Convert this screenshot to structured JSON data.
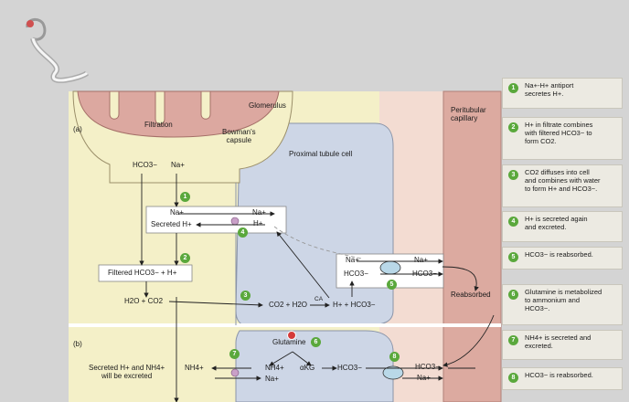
{
  "diagram": {
    "glomerulus": "Glomerulus",
    "bowmans_capsule": "Bowman's\ncapsule",
    "peritubular_capillary": "Peritubular\ncapillary",
    "proximal_tubule_cell": "Proximal tubule cell",
    "part_a": "(a)",
    "part_b": "(b)",
    "filtration": "Filtration",
    "hco3_filtrate": "HCO3−",
    "na_filtrate": "Na+",
    "na_in": "Na+",
    "na_out": "Na+",
    "secreted_h": "Secreted H+",
    "h_cell": "H+",
    "filtered_hco3_h": "Filtered HCO3− + H+",
    "h2o_co2_lumen": "H2O + CO2",
    "co2_h2o_cell": "CO2 + H2O",
    "ca_enzyme": "CA",
    "h_hco3_cell": "H+ + HCO3−",
    "basal_na_left": "Na+",
    "basal_na_right": "Na+",
    "basal_hco3_left": "HCO3−",
    "basal_hco3_right": "HCO3−",
    "reabsorbed": "Reabsorbed",
    "glutamine": "Glutamine",
    "nh4_lumen": "NH4+",
    "nh4_cell": "NH4+",
    "akg": "αKG",
    "hco3_b_cell": "HCO3−",
    "na_b_cell": "Na+",
    "hco3_b_blood": "HCO3−",
    "na_b_blood": "Na+",
    "excreted_note": "Secreted H+ and NH4+\nwill be excreted",
    "step_numbers": [
      "1",
      "2",
      "3",
      "4",
      "5",
      "6",
      "7",
      "8"
    ]
  },
  "legend": [
    {
      "num": "1",
      "text": "Na+-H+ antiport\nsecretes H+."
    },
    {
      "num": "2",
      "text": "H+ in filtrate combines\nwith filtered HCO3− to\nform CO2."
    },
    {
      "num": "3",
      "text": "CO2 diffuses into cell\nand combines with water\nto form H+ and HCO3−."
    },
    {
      "num": "4",
      "text": "H+ is secreted again\nand excreted."
    },
    {
      "num": "5",
      "text": "HCO3− is reabsorbed."
    },
    {
      "num": "6",
      "text": "Glutamine is metabolized\nto ammonium and\nHCO3−."
    },
    {
      "num": "7",
      "text": "NH4+ is secreted and\nexcreted."
    },
    {
      "num": "8",
      "text": "HCO3− is reabsorbed."
    }
  ],
  "colors": {
    "background": "#d4d4d4",
    "lumen": "#f4f0c8",
    "cell": "#cdd6e6",
    "interstitium": "#f3dcd2",
    "capillary": "#dcaaa0",
    "glomerulus": "#dca8a0",
    "step_badge": "#5aa83c",
    "transporter": "#b9d8e8",
    "antiporter": "#c9a0c8"
  }
}
